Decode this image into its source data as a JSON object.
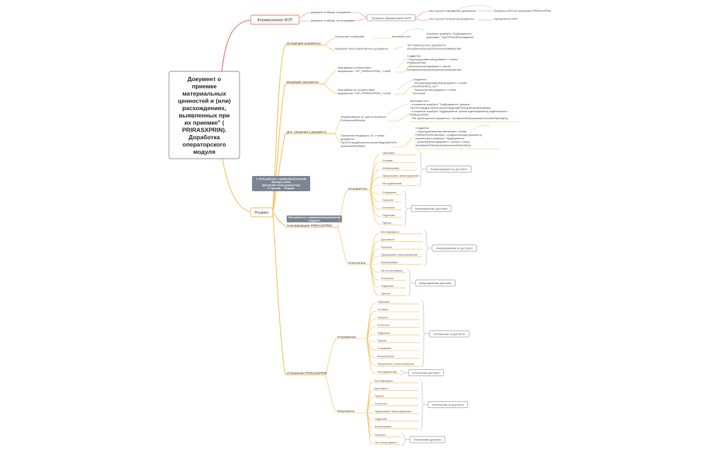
{
  "root": {
    "lines": [
      "Документ о",
      "приемке",
      "материальных",
      "ценностей и (или)",
      "расхождениях,",
      "выявленных при",
      "их приемке\" (",
      "PRIRASXPRIN).",
      "Доработка",
      "операторского",
      "модуля"
    ]
  },
  "iop": {
    "title": "Формирование ИОП",
    "items": [
      "Документ отображ. в роуминге",
      "Документ отображ. не в роуминге"
    ],
    "check": "Проверка формирования ИОП",
    "sender_side": "На стороне Отправителя документа",
    "receiver_side": "На стороне Получателя документа",
    "receipt": "Получено ИОП на получение PRIRASXPRIN",
    "formation": "Оформление ИОП"
  },
  "roaming": {
    "title": "Роуминг",
    "note1": [
      "1. Пользователь с привязанной кнопкой",
      "Фильтры action",
      "(Настройка типов документов)",
      "2. Система → Роуминг"
    ],
    "note2": [
      "Пользователь с привязанной документом",
      "неудачно"
    ]
  },
  "outgoing": {
    "title": "Исходящие документы",
    "msg": "Получение сообщения",
    "desc": "description.xml",
    "desc_note": [
      "Значение атрибута \"ТипДокумента\"",
      "указывает \"Торг2ПотупРасхождения\""
    ],
    "check_type": "Проверка Типа транспортного документа",
    "type_note": [
      "Тип транспортного документа:",
      "AcceptanceDiscrepancyDocumentBuyerInfo"
    ]
  },
  "incoming": {
    "title": "Входящие документы",
    "f1": [
      "Имя файла соответствует",
      "выражению \"^DP_PRIRASXPRIN_*\\.xml$\""
    ],
    "f1_note": [
      "Создается:",
      "- структурированный документ с типом",
      "PRIRASXPRIN",
      "- транспортный документ с типом",
      "AcceptanceDiscrepancyDocumentBuyerInfo"
    ],
    "f2": [
      "Имя файла не соответствует",
      "выражению \"^DP_PRIRASXPRIN_*\\.xml$\""
    ],
    "f2_note": [
      "Создается:",
      "- Неструктурированный документ с типом",
      "DIVERGENCE_ACT",
      "- Транспортный документ с типом",
      "Document"
    ]
  },
  "extra": {
    "title": "Доп. сведения к документу",
    "a1": [
      "Формирование ЗС для контрагента",
      "PrAutomaticResults"
    ],
    "a1_note": [
      "description.xml",
      "- в значение атрибута \"ТипДокумента\" указано",
      "Торг2ПотупДополнительныеСведенияПоРезультатамПриемки\"",
      "- в значение атрибута \"ИдДокумента\" указан идентификатор родительского",
      "PRIRASXPRIN",
      "- Тип транспортного документа - AcceptanceDiscrepancyDocumentSpecifying"
    ],
    "a2": [
      "Получение входящего ЗС с типом",
      "документа \"",
      "Торг2ПотупДополнительныеСведенияПоРе",
      "зультатамПриемки\""
    ],
    "a2_note": [
      "Создается:",
      "- структурированная квитанция с типом",
      "PriRAsXSUSvedAutInfo, к родительскому документу,",
      "указанному в атрибуте \"ИдДокумента\"",
      "- транспортный документ с типом с типом",
      "AcceptanceDiscrepancyDocumentSpecifying"
    ]
  },
  "annul": {
    "title": "Аннулирование PRIRASXPRIN",
    "sender": "Отправитель",
    "sender_g1": [
      "Черновик",
      "Отозван",
      "Аннулирован",
      "Предложено аннулирование",
      "На подписании"
    ],
    "sender_g1_label": "Аннулирование не доступно",
    "sender_g2": [
      "Отправлен",
      "Получен",
      "Отклонен",
      "Подписан",
      "Принят"
    ],
    "sender_g2_label": "Аннулирование доступно",
    "receiver": "Получатель",
    "receiver_g1": [
      "Без маршрута",
      "Доставлен",
      "Получен",
      "Предложено аннулирование",
      "Аннулирован"
    ],
    "receiver_g1_label": "Аннулирование не доступно",
    "receiver_g2": [
      "На согласовании",
      "Отклонен",
      "Подписан",
      "Принят"
    ],
    "receiver_g2_label": "Аннулирование доступно"
  },
  "reject": {
    "title": "Отклонение PRIRASXPRIN",
    "sender": "Отправитель",
    "sender_g1": [
      "Черновик",
      "Отозван",
      "Получен",
      "Отклонен",
      "Подписан",
      "Принят",
      "Отправлен",
      "Аннулирован",
      "Предложено аннулирование"
    ],
    "sender_g1_label": "Отклонение не доступно",
    "sender_g2": [
      "На подписании"
    ],
    "sender_g2_label": "Отклонение доступно",
    "receiver": "Получатель",
    "receiver_g1": [
      "Без маршрута",
      "Доставлен",
      "Принят",
      "Отклонен",
      "Предложено аннулирование",
      "Подписан",
      "Аннулирован"
    ],
    "receiver_g1_label": "Отклонение не доступно",
    "receiver_g2": [
      "Получен",
      "На согласовании"
    ],
    "receiver_g2_label": "Отклонение доступно"
  }
}
